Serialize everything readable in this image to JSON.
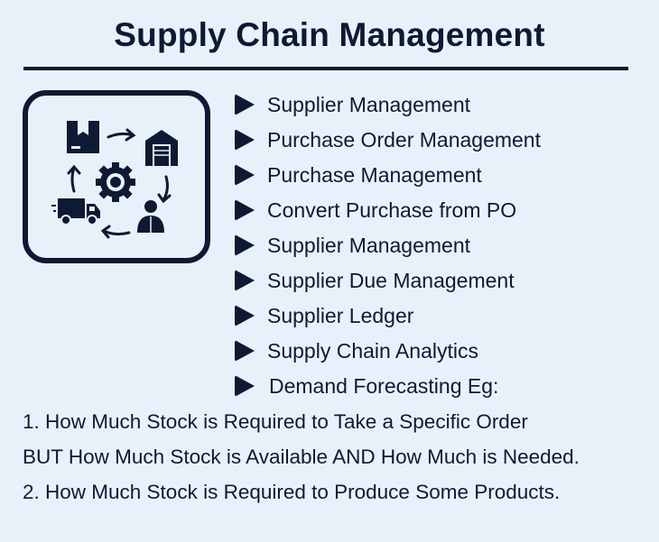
{
  "title": "Supply Chain Management",
  "icons": {
    "box": "package-icon",
    "warehouse": "warehouse-icon",
    "gear": "gear-icon",
    "truck": "delivery-truck-icon",
    "person": "customer-icon",
    "arrows": "cycle-arrow-icon"
  },
  "colors": {
    "accent": "#0e1a33",
    "background": "#e8f1fa"
  },
  "features": [
    "Supplier Management",
    "Purchase Order Management",
    "Purchase Management",
    "Convert Purchase from PO",
    "Supplier Management",
    "Supplier Due Management",
    "Supplier Ledger",
    "Supply Chain Analytics",
    "Demand Forecasting Eg:"
  ],
  "notes": [
    "1. How Much Stock is Required to Take a Specific Order",
    "BUT How Much Stock is Available AND How Much is Needed.",
    "2. How Much Stock is Required to Produce Some Products."
  ]
}
